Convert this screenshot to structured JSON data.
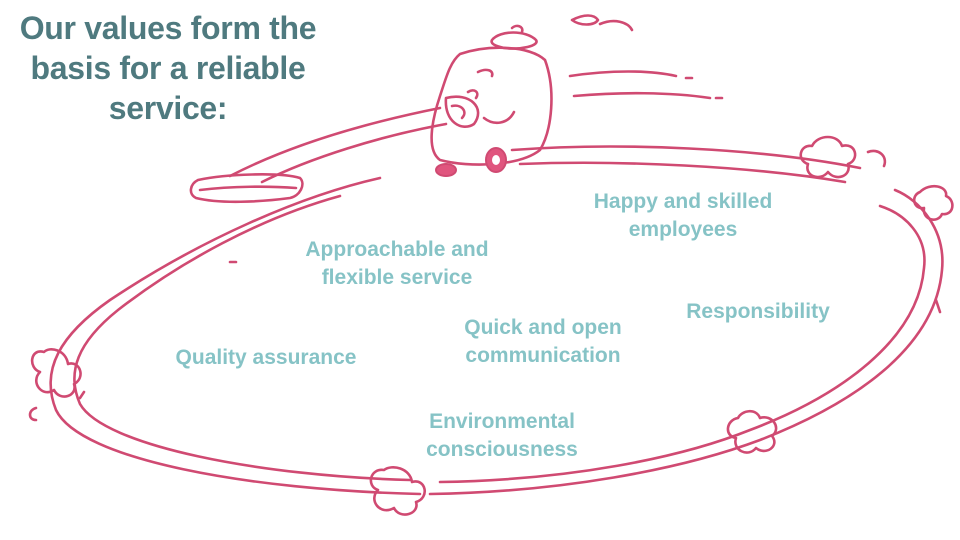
{
  "title": "Our values form the basis for a reliable service:",
  "colors": {
    "title": "#4f7a7f",
    "value_text": "#86c3c6",
    "drawing_stroke": "#d04a72",
    "wheel_fill": "#e0557e"
  },
  "illustration": "hand-drawn cleaning robot racing around an oval track",
  "values": [
    {
      "id": "happy",
      "label": "Happy and skilled\nemployees"
    },
    {
      "id": "approach",
      "label": "Approachable and\nflexible service"
    },
    {
      "id": "responsibility",
      "label": "Responsibility"
    },
    {
      "id": "quick",
      "label": "Quick and open\ncommunication"
    },
    {
      "id": "quality",
      "label": "Quality assurance"
    },
    {
      "id": "environment",
      "label": "Environmental\nconsciousness"
    }
  ]
}
